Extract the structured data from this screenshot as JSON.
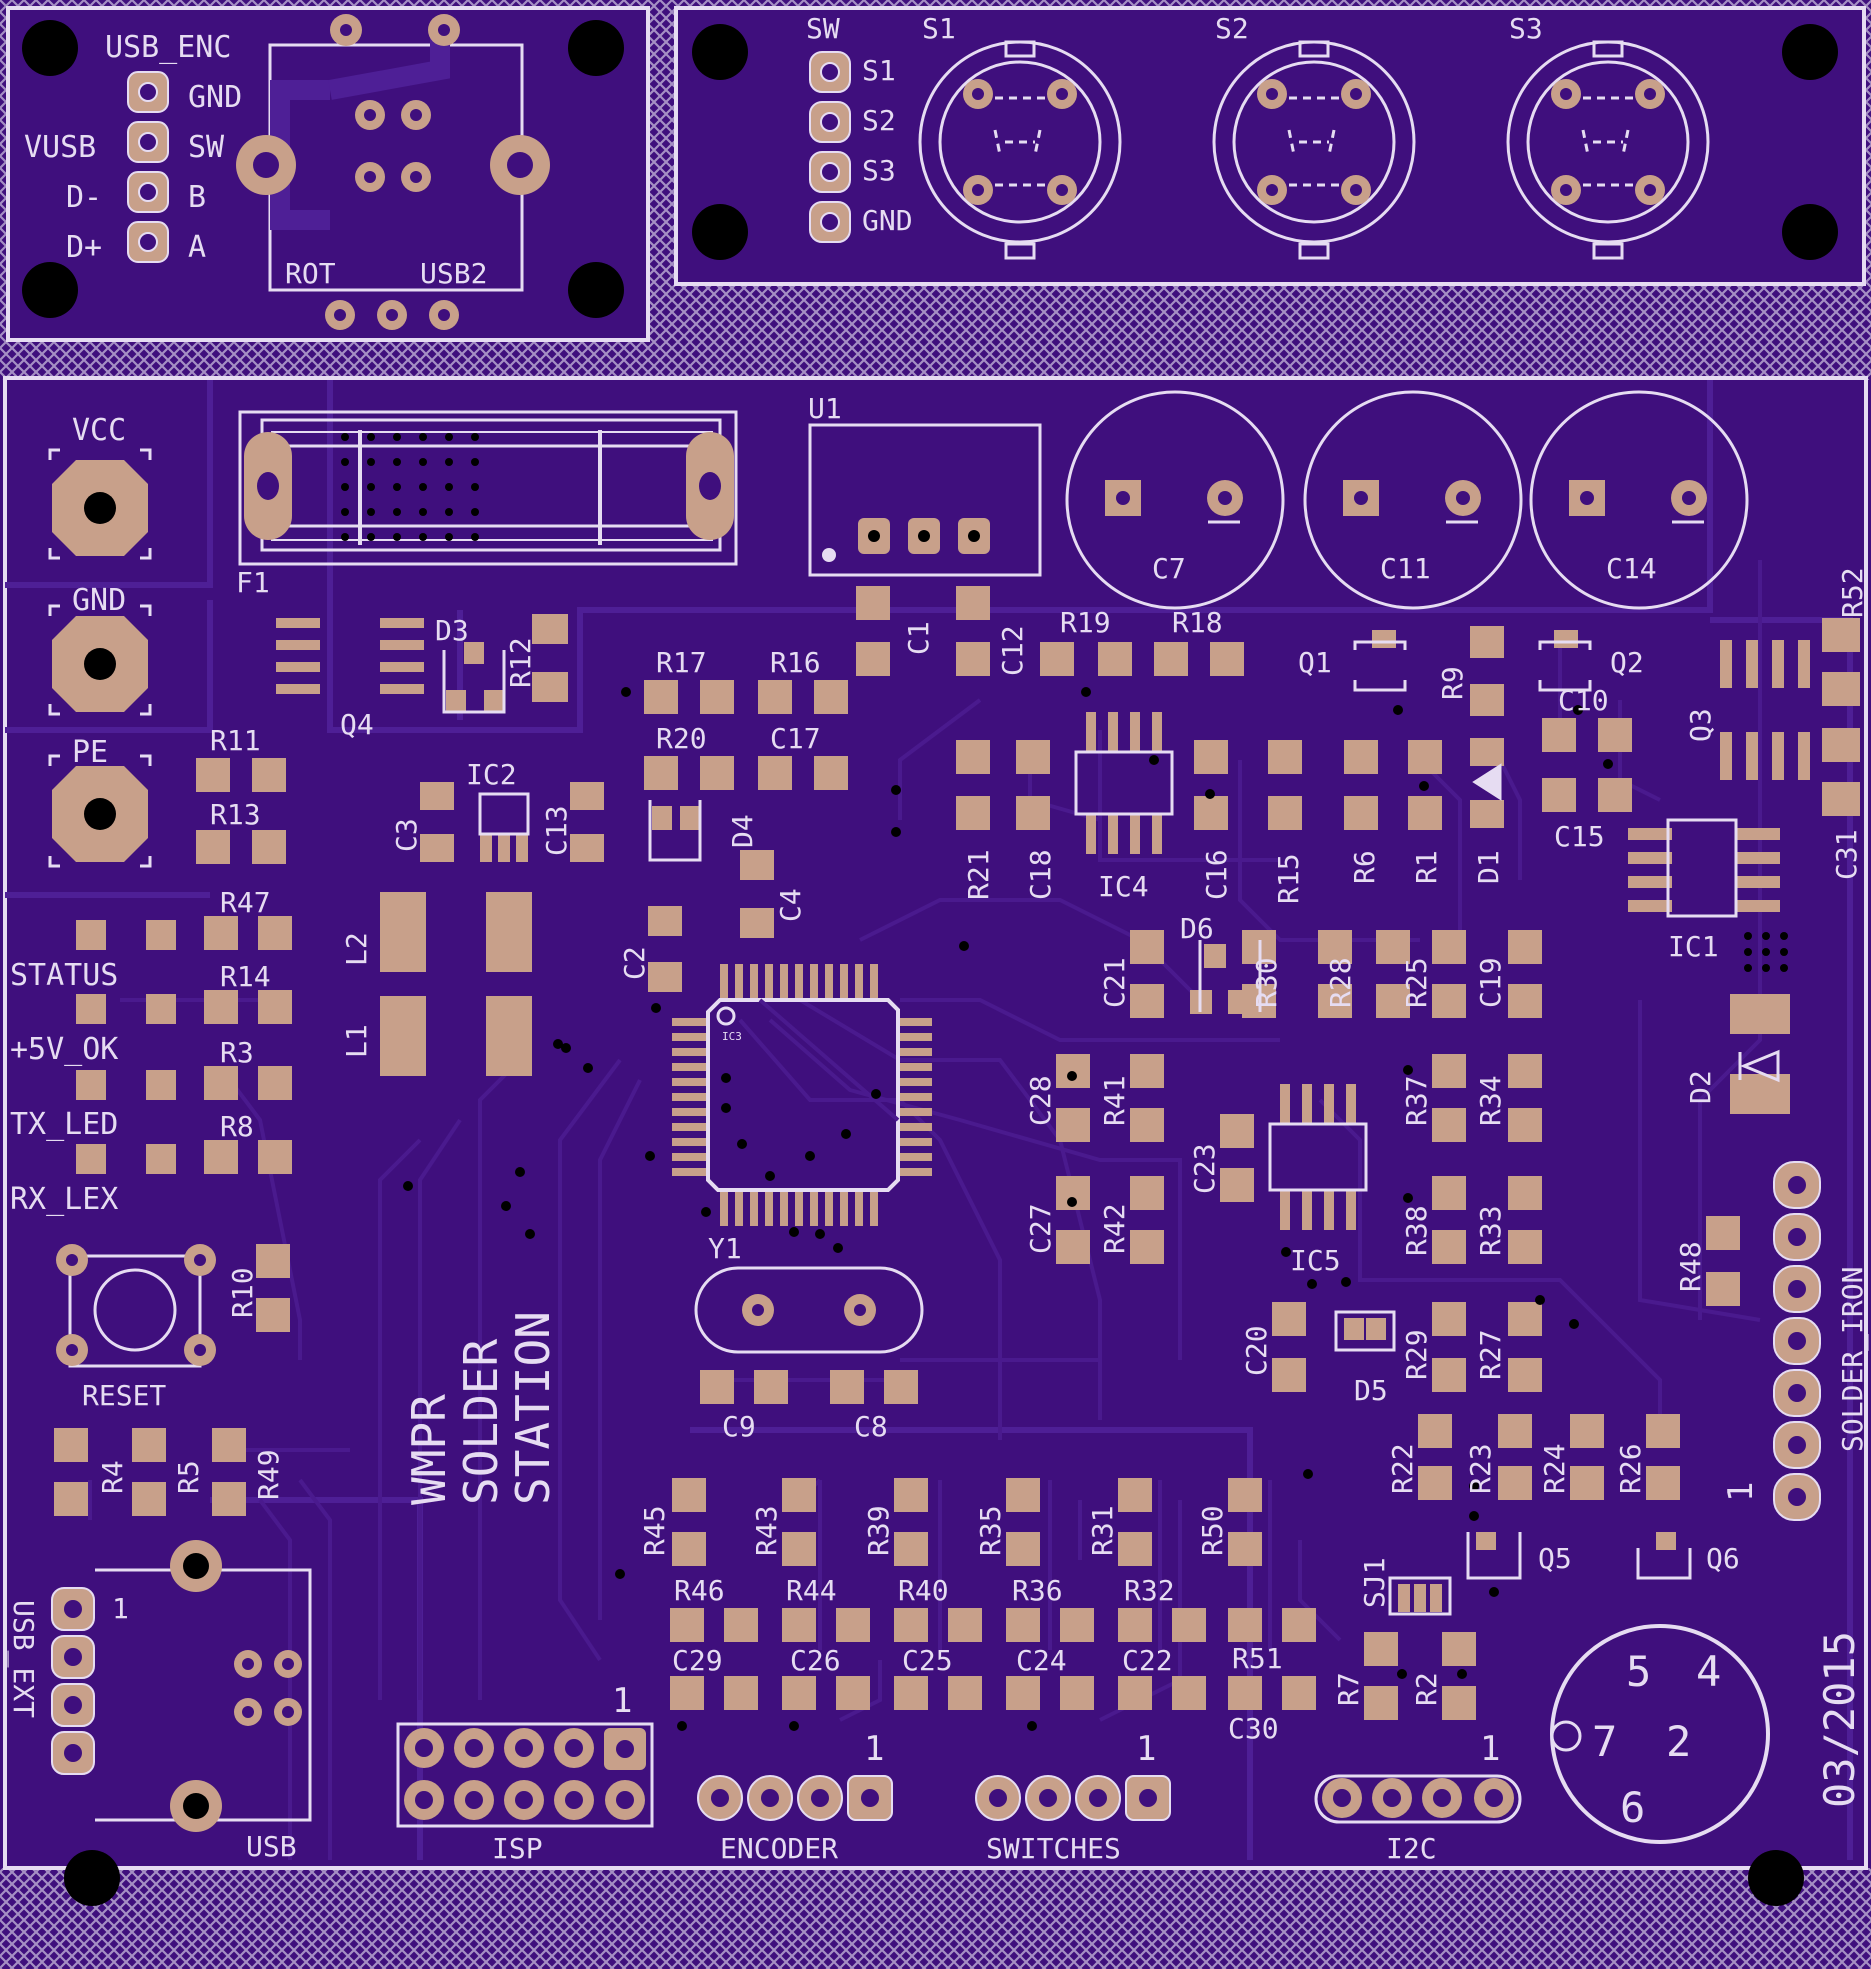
{
  "colors": {
    "board": "#3f0f7d",
    "trace": "#4a1a8e",
    "silk": "#e6dcf2",
    "pad": "#c8a08a",
    "hole": "#000000",
    "mesh": "#a58fc4"
  },
  "modules": {
    "usb_enc": {
      "title": "USB_ENC",
      "left_pins": [
        "VUSB",
        "D-",
        "D+"
      ],
      "right_pins": [
        "GND",
        "SW",
        "B",
        "A"
      ],
      "rot": "ROT",
      "usb2": "USB2"
    },
    "switches": {
      "sw": "SW",
      "pins": [
        "S1",
        "S2",
        "S3",
        "GND"
      ],
      "buttons": [
        "S1",
        "S2",
        "S3"
      ]
    }
  },
  "power": {
    "terminals": [
      "VCC",
      "GND",
      "PE"
    ],
    "fuse": "F1",
    "regulator": "U1",
    "caps": [
      "C7",
      "C11",
      "C14"
    ]
  },
  "leds": [
    "STATUS",
    "+5V_OK",
    "TX_LED",
    "RX_LEX"
  ],
  "reset": "RESET",
  "title_lines": [
    "WMPR",
    "SOLDER",
    "STATION"
  ],
  "date": "03/2015",
  "connectors": {
    "isp": "ISP",
    "encoder": "ENCODER",
    "switches": "SWITCHES",
    "i2c": "I2C",
    "usb": "USB",
    "usb_ext": "USB_EXT",
    "solder_iron": "SOLDER_IRON",
    "pin1": "1"
  },
  "din_pins": [
    "5",
    "4",
    "7",
    "2",
    "6"
  ],
  "designators": {
    "d3": "D3",
    "r12": "R12",
    "q4": "Q4",
    "c1": "C1",
    "c12": "C12",
    "r19": "R19",
    "r18": "R18",
    "q1": "Q1",
    "r9": "R9",
    "q2": "Q2",
    "c10": "C10",
    "q3": "Q3",
    "r52": "R52",
    "r17": "R17",
    "r16": "R16",
    "r20": "R20",
    "c17": "C17",
    "r11": "R11",
    "r13": "R13",
    "ic2": "IC2",
    "c3": "C3",
    "c13": "C13",
    "d4": "D4",
    "r21": "R21",
    "c18": "C18",
    "ic4": "IC4",
    "c16": "C16",
    "r15": "R15",
    "r6": "R6",
    "r1": "R1",
    "d1": "D1",
    "c15": "C15",
    "c31": "C31",
    "ic1": "IC1",
    "r47": "R47",
    "r14": "R14",
    "r3": "R3",
    "r8": "R8",
    "l2": "L2",
    "l1": "L1",
    "c4": "C4",
    "c2": "C2",
    "ic3": "IC3",
    "c21": "C21",
    "d6": "D6",
    "r30": "R30",
    "r28": "R28",
    "r25": "R25",
    "c19": "C19",
    "c28": "C28",
    "r41": "R41",
    "c23": "C23",
    "r37": "R37",
    "r34": "R34",
    "d2": "D2",
    "c27": "C27",
    "r42": "R42",
    "ic5": "IC5",
    "r38": "R38",
    "r33": "R33",
    "r48": "R48",
    "y1": "Y1",
    "r10": "R10",
    "c20": "C20",
    "d5": "D5",
    "r29": "R29",
    "r27": "R27",
    "c9": "C9",
    "c8": "C8",
    "r22": "R22",
    "r23": "R23",
    "r24": "R24",
    "r26": "R26",
    "r4": "R4",
    "r5": "R5",
    "r49": "R49",
    "r45": "R45",
    "r43": "R43",
    "r39": "R39",
    "r35": "R35",
    "r31": "R31",
    "r50": "R50",
    "q5": "Q5",
    "q6": "Q6",
    "sj1": "SJ1",
    "r46": "R46",
    "r44": "R44",
    "r40": "R40",
    "r36": "R36",
    "r32": "R32",
    "c29": "C29",
    "c26": "C26",
    "c25": "C25",
    "c24": "C24",
    "c22": "C22",
    "r51": "R51",
    "c30": "C30",
    "r7": "R7",
    "r2": "R2"
  }
}
